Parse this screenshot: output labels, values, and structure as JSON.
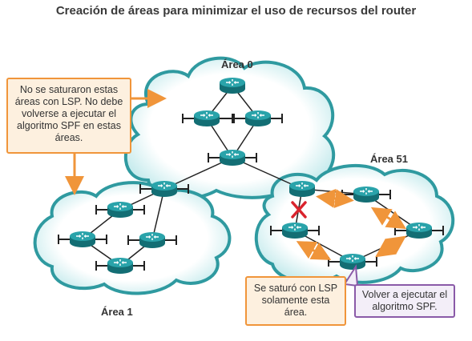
{
  "title": "Creación de áreas para minimizar el uso de recursos del router",
  "areas": {
    "area0": "Área 0",
    "area1": "Área 1",
    "area51": "Área 51"
  },
  "callouts": {
    "not_saturated": "No se saturaron estas áreas con LSP. No debe volverse a ejecutar el algoritmo SPF en estas áreas.",
    "saturated": "Se saturó con LSP solamente esta área.",
    "rerun_spf": "Volver a ejecutar el algoritmo SPF."
  },
  "colors": {
    "cloud_fill": "#ffffff",
    "cloud_stroke": "#2f9aa0",
    "router": "#1d8a91",
    "orange": "#f0953a",
    "purple": "#8a5aa8",
    "link_fail": "#d9232d"
  },
  "icons": [
    "router-icon",
    "ethernet-segment-icon",
    "arrow-icon",
    "fail-x-icon"
  ]
}
